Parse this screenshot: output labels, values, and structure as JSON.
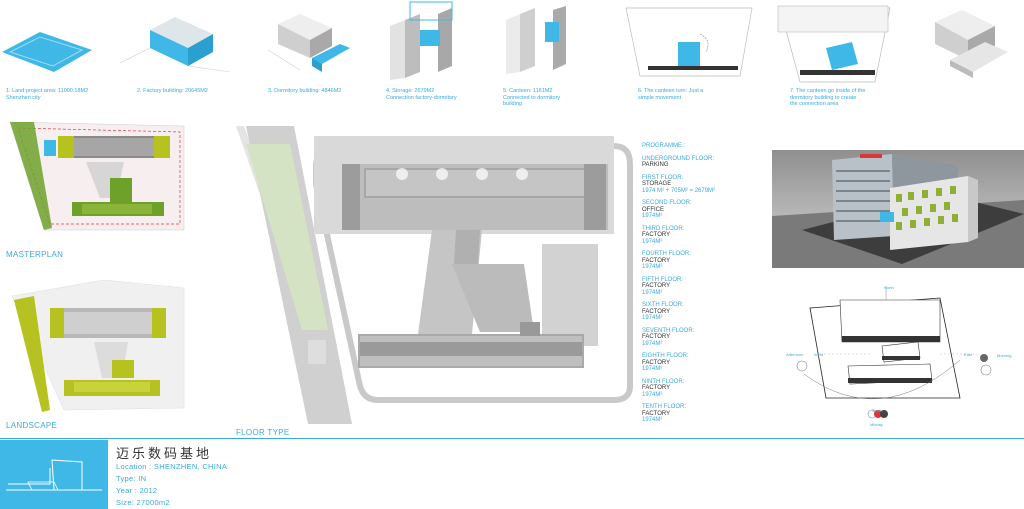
{
  "steps": [
    {
      "line1": "1. Land project area: 11000.18M2",
      "line2": "Shenzhen city",
      "line3": ""
    },
    {
      "line1": "2. Factory building: 20645M2",
      "line2": "",
      "line3": ""
    },
    {
      "line1": "3. Dormitory building: 4846M2",
      "line2": "",
      "line3": ""
    },
    {
      "line1": "4. Storage: 2679M2",
      "line2": "Connection factory-dormitory",
      "line3": ""
    },
    {
      "line1": "5. Canteen: 1161M2",
      "line2": "Connected to dormitory",
      "line3": "building"
    },
    {
      "line1": "6. The canteen turn: Just a",
      "line2": "simple movement",
      "line3": ""
    },
    {
      "line1": "7. The canteen go inside of the",
      "line2": "dormitory building to create",
      "line3": "the connection area"
    }
  ],
  "labels": {
    "masterplan": "MASTERPLAN",
    "landscape": "LANDSCAPE",
    "floor_type": "FLOOR  TYPE"
  },
  "programme": {
    "heading": "PROGRAMME :",
    "floors": [
      {
        "floor": "UNDERGROUND FLOOR:",
        "use": "PARKING",
        "area": ""
      },
      {
        "floor": "FIRST FLOOR:",
        "use": "STORAGE",
        "area": "1974 M² + 705M² = 2679M²"
      },
      {
        "floor": "SECOND FLOOR:",
        "use": "OFFICE",
        "area": "1974M²"
      },
      {
        "floor": "THIRD FLOOR:",
        "use": "FACTORY",
        "area": "1974M²"
      },
      {
        "floor": "FOURTH FLOOR:",
        "use": "FACTORY",
        "area": "1974M²"
      },
      {
        "floor": "FIFTH FLOOR:",
        "use": "FACTORY",
        "area": "1974M²"
      },
      {
        "floor": "SIXTH FLOOR:",
        "use": "FACTORY",
        "area": "1974M²"
      },
      {
        "floor": "SEVENTH FLOOR:",
        "use": "FACTORY",
        "area": "1974M²"
      },
      {
        "floor": "EIGHTH FLOOR:",
        "use": "FACTORY",
        "area": "1974M²"
      },
      {
        "floor": "NINTH FLOOR:",
        "use": "FACTORY",
        "area": "1974M²"
      },
      {
        "floor": "TENTH FLOOR:",
        "use": "FACTORY",
        "area": "1974M²"
      }
    ]
  },
  "sun": {
    "afternoon": "Afternoon",
    "morning": "Morning",
    "west": "West",
    "east": "East",
    "north": "North",
    "south": "South",
    "midday": "Midday"
  },
  "project": {
    "title": "迈乐数码基地",
    "location": "Location : SHENZHEN,  CHINA",
    "type": "Type: IN",
    "year": "Year : 2012",
    "size": "Size:  27000m2"
  },
  "colors": {
    "accent": "#3aa9e0",
    "building_blue": "#3fb8e8",
    "lime": "#b5c21f",
    "grass": "#6ea12a",
    "red_line": "#d9383a"
  }
}
